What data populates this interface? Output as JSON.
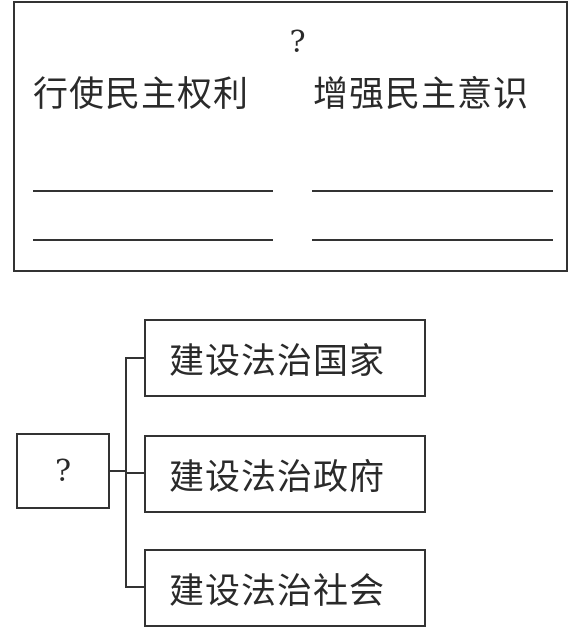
{
  "top_panel": {
    "question_mark": "?",
    "left_label": "行使民主权利",
    "right_label": "增强民主意识"
  },
  "tree": {
    "root_label": "?",
    "children": [
      {
        "label": "建设法治国家"
      },
      {
        "label": "建设法治政府"
      },
      {
        "label": "建设法治社会"
      }
    ]
  }
}
